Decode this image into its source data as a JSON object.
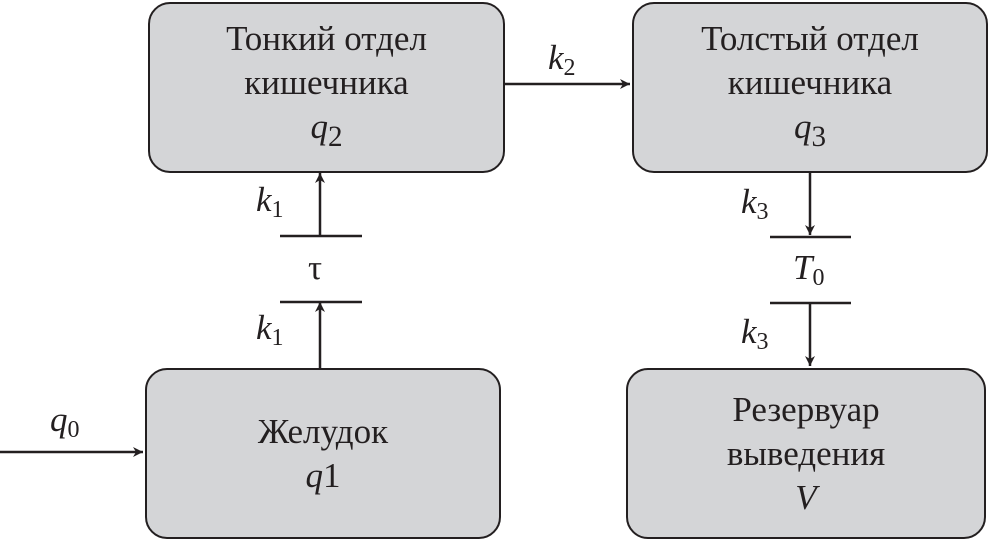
{
  "boxes": {
    "small_intestine": {
      "line1": "Тонкий отдел",
      "line2": "кишечника",
      "var": "q",
      "sub": "2"
    },
    "large_intestine": {
      "line1": "Толстый отдел",
      "line2": "кишечника",
      "var": "q",
      "sub": "3"
    },
    "stomach": {
      "line1": "Желудок",
      "var": "q",
      "num": "1"
    },
    "reservoir": {
      "line1": "Резервуар",
      "line2": "выведения",
      "var": "V"
    }
  },
  "labels": {
    "k1": {
      "var": "k",
      "sub": "1"
    },
    "k2": {
      "var": "k",
      "sub": "2"
    },
    "k3": {
      "var": "k",
      "sub": "3"
    },
    "q0": {
      "var": "q",
      "sub": "0"
    },
    "tau": "τ",
    "T0": {
      "var": "T",
      "sub": "0"
    }
  },
  "colors": {
    "box_fill": "#d4d5d7",
    "stroke": "#231f20"
  }
}
